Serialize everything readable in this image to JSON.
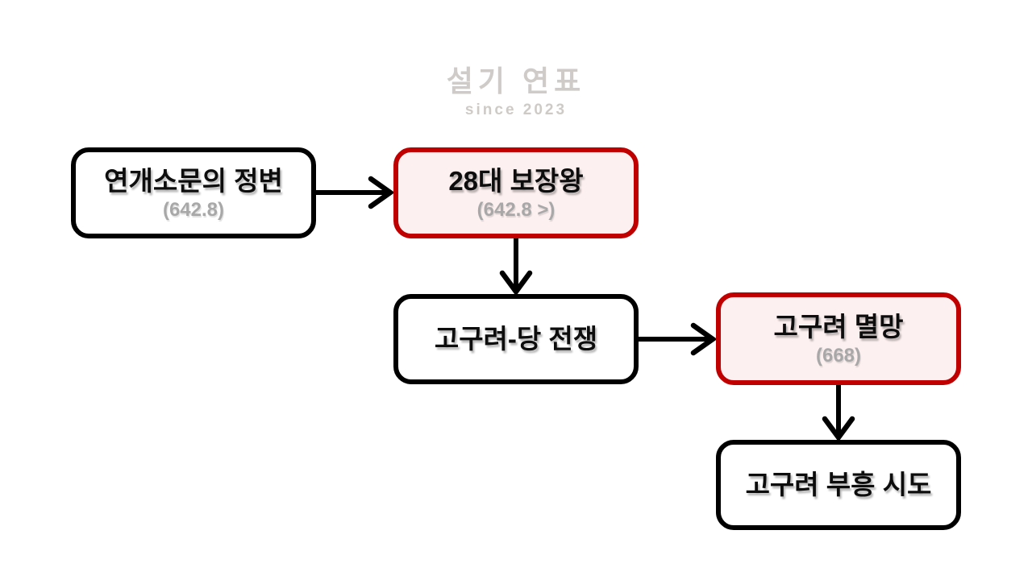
{
  "watermark": {
    "title": "설기 연표",
    "subtitle": "since 2023"
  },
  "flowchart": {
    "nodes": [
      {
        "id": "node-1",
        "title": "연개소문의 정변",
        "subtitle": "(642.8)",
        "variant": "black"
      },
      {
        "id": "node-2",
        "title": "28대 보장왕",
        "subtitle": "(642.8 >)",
        "variant": "red"
      },
      {
        "id": "node-3",
        "title": "고구려-당 전쟁",
        "subtitle": "",
        "variant": "black"
      },
      {
        "id": "node-4",
        "title": "고구려 멸망",
        "subtitle": "(668)",
        "variant": "red"
      },
      {
        "id": "node-5",
        "title": "고구려 부흥 시도",
        "subtitle": "",
        "variant": "black"
      }
    ],
    "edges": [
      {
        "from": "node-1",
        "to": "node-2",
        "direction": "right"
      },
      {
        "from": "node-2",
        "to": "node-3",
        "direction": "down"
      },
      {
        "from": "node-3",
        "to": "node-4",
        "direction": "right"
      },
      {
        "from": "node-4",
        "to": "node-5",
        "direction": "down"
      }
    ],
    "colors": {
      "black_border": "#000000",
      "red_border": "#c00000",
      "red_fill": "#fdf0f0",
      "white_fill": "#ffffff",
      "title_text": "#0d0d0d",
      "subtitle_gray": "#a8a8a8",
      "watermark_gray": "#c7c3bf",
      "background": "#ffffff"
    }
  }
}
